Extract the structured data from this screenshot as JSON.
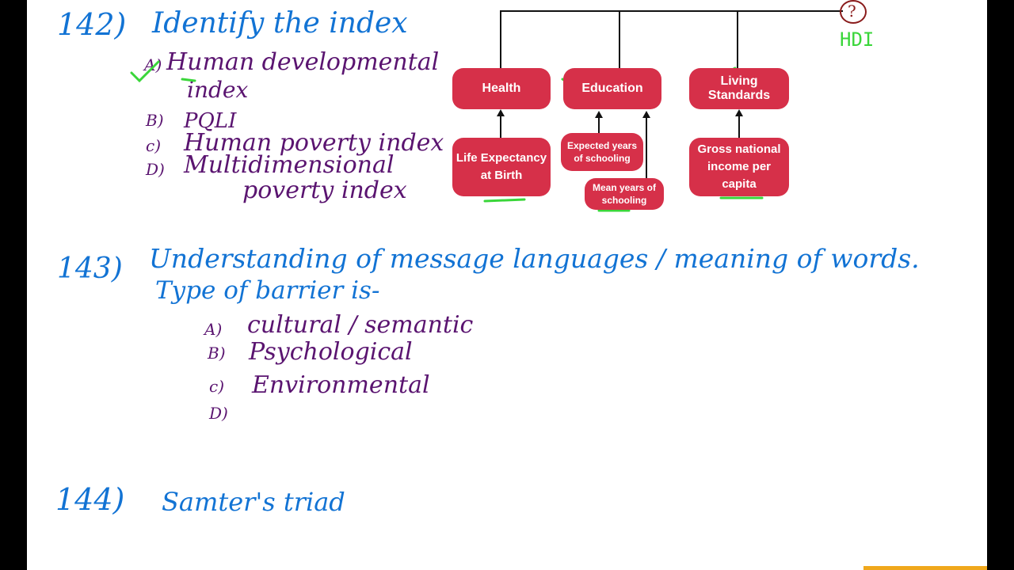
{
  "q142": {
    "number": "142)",
    "question": "Identify the index",
    "options": [
      {
        "letter": "A)",
        "text": "Human developmental",
        "text2": "index"
      },
      {
        "letter": "B)",
        "text": "PQLI"
      },
      {
        "letter": "c)",
        "text": "Human poverty index"
      },
      {
        "letter": "D)",
        "text": "Multidimensional",
        "text2": "poverty index"
      }
    ]
  },
  "diagram": {
    "top_label": "HDI",
    "question_mark": "?",
    "dimensions": [
      "Health",
      "Education",
      "Living Standards"
    ],
    "indicators": [
      "Life Expectancy at Birth",
      "Expected years of schooling",
      "Mean years of schooling",
      "Gross national income per capita"
    ]
  },
  "q143": {
    "number": "143)",
    "question_line1": "Understanding of message languages / meaning of words.",
    "question_line2": "Type of barrier is-",
    "options": [
      {
        "letter": "A)",
        "text": "cultural / semantic"
      },
      {
        "letter": "B)",
        "text": "Psychological"
      },
      {
        "letter": "c)",
        "text": "Environmental"
      },
      {
        "letter": "D)",
        "text": ""
      }
    ]
  },
  "q144": {
    "number": "144)",
    "question": "Samter's triad"
  },
  "colors": {
    "blue_ink": "#1273d4",
    "purple_ink": "#5a1470",
    "green_ink": "#3ad63a",
    "box_red": "#d63049"
  }
}
